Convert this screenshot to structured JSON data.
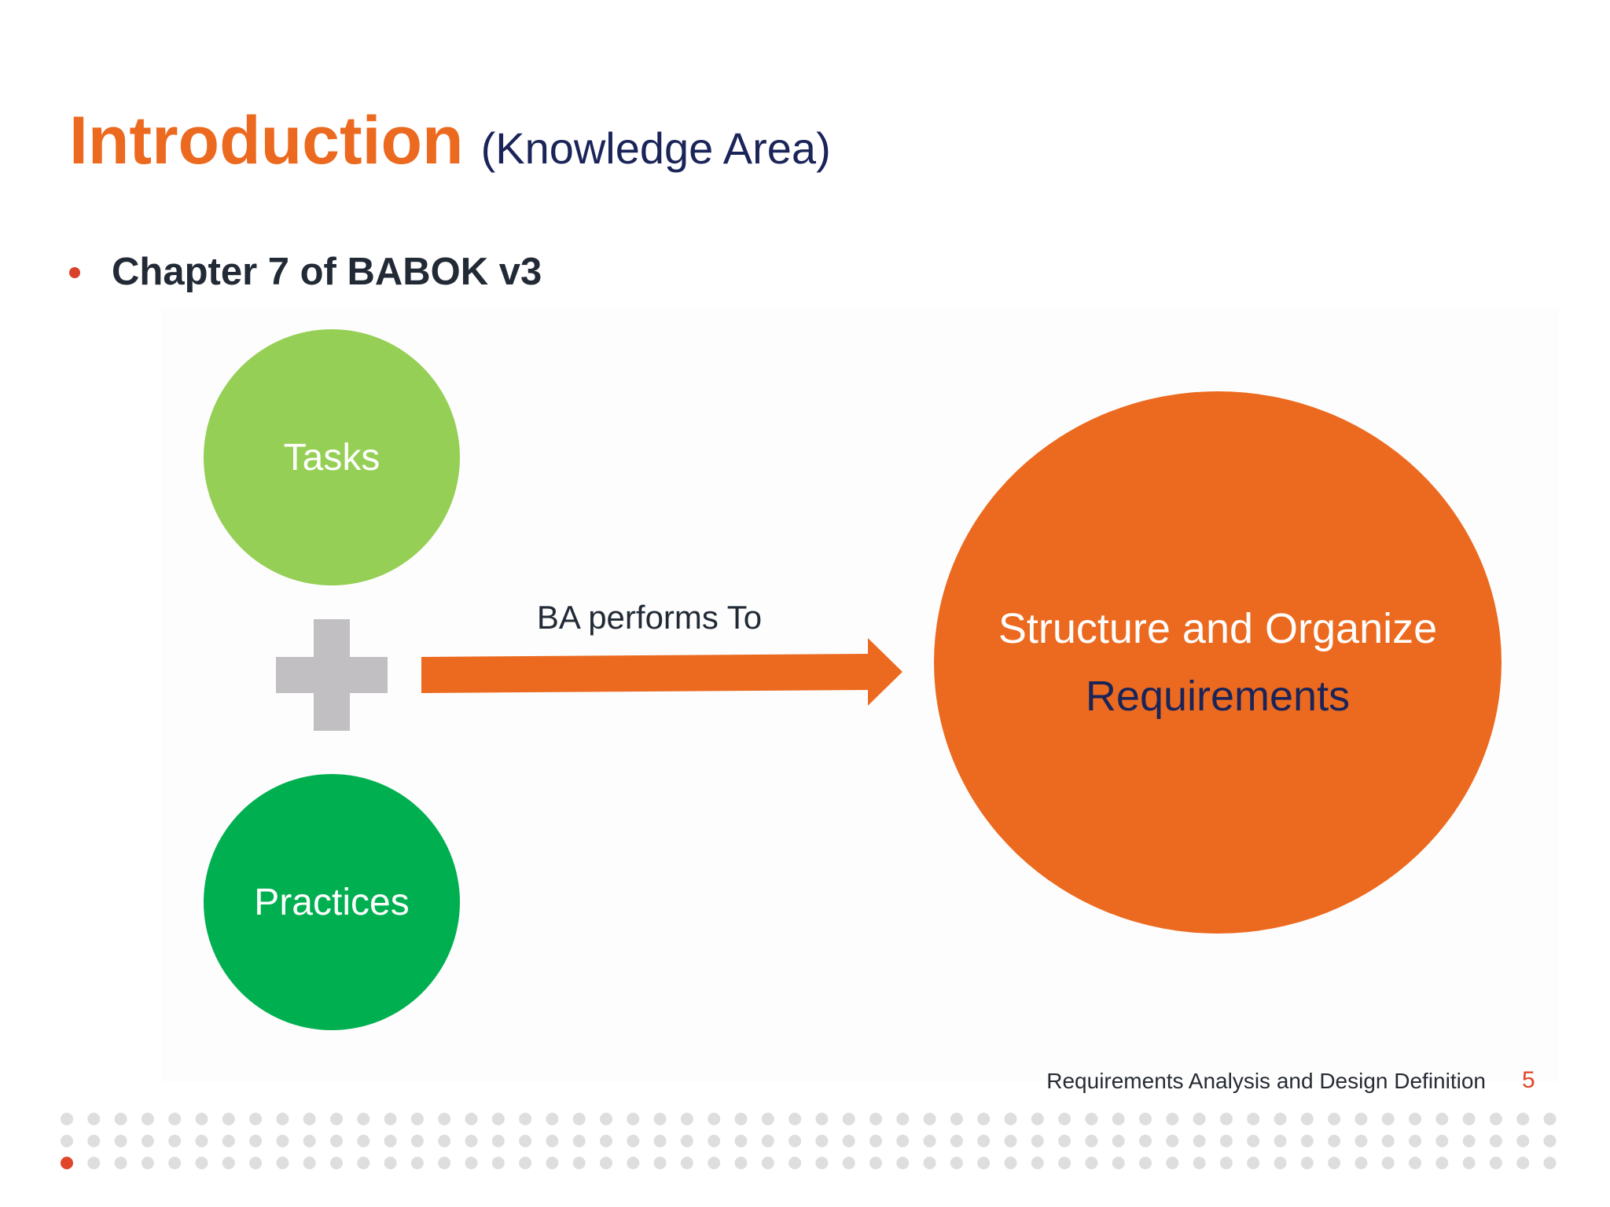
{
  "title": {
    "main": "Introduction",
    "sub": "(Knowledge Area)"
  },
  "bullets": [
    {
      "text": "Chapter 7 of BABOK v3"
    }
  ],
  "diagram": {
    "input_1": "Tasks",
    "input_2": "Practices",
    "connector_label": "BA performs To",
    "outcome_line_1": "Structure and Organize",
    "outcome_line_2": "Requirements"
  },
  "footer": {
    "text": "Requirements Analysis and Design Definition",
    "page_number": "5"
  },
  "colors": {
    "accent_orange": "#ec6a1f",
    "navy": "#1a2458",
    "light_green": "#95cf55",
    "green": "#00b050",
    "gray_plus": "#c1bfc2",
    "dot_gray": "#dedede",
    "dot_active": "#e0452a"
  },
  "icons": {
    "plus": "plus-icon",
    "arrow": "right-arrow-icon"
  }
}
